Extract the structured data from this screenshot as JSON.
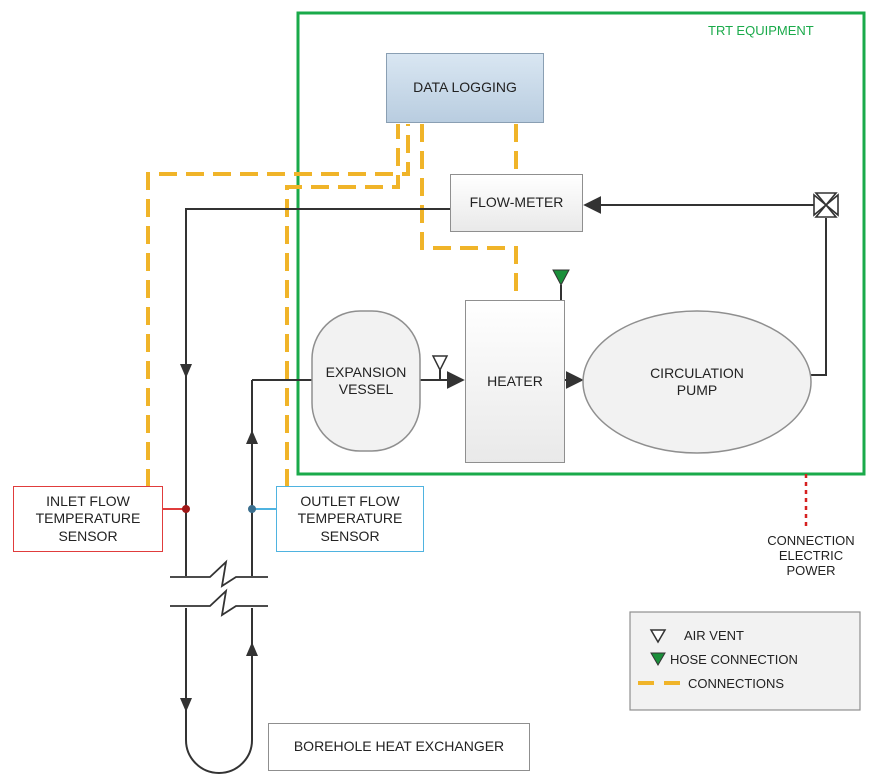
{
  "equipment": {
    "label": "TRT EQUIPMENT",
    "border_color": "#1aaa4a"
  },
  "components": {
    "data_logging": "DATA LOGGING",
    "flow_meter": "FLOW-METER",
    "expansion_vessel": "EXPANSION\nVESSEL",
    "heater": "HEATER",
    "circulation_pump": "CIRCULATION\nPUMP"
  },
  "sensors": {
    "inlet": "INLET FLOW\nTEMPERATURE\nSENSOR",
    "inlet_color": "#e03c3c",
    "outlet": "OUTLET FLOW\nTEMPERATURE\nSENSOR",
    "outlet_color": "#4fb3e0"
  },
  "power_label": "CONNECTION ELECTRIC\nPOWER",
  "power_line_color": "#d62020",
  "borehole_label": "BOREHOLE HEAT EXCHANGER",
  "connection_color": "#f0b429",
  "legend": {
    "items": [
      {
        "icon": "air-vent-icon",
        "label": "AIR VENT"
      },
      {
        "icon": "hose-connection-icon",
        "label": "HOSE CONNECTION"
      },
      {
        "icon": "dashed-line-icon",
        "label": "CONNECTIONS"
      }
    ]
  }
}
